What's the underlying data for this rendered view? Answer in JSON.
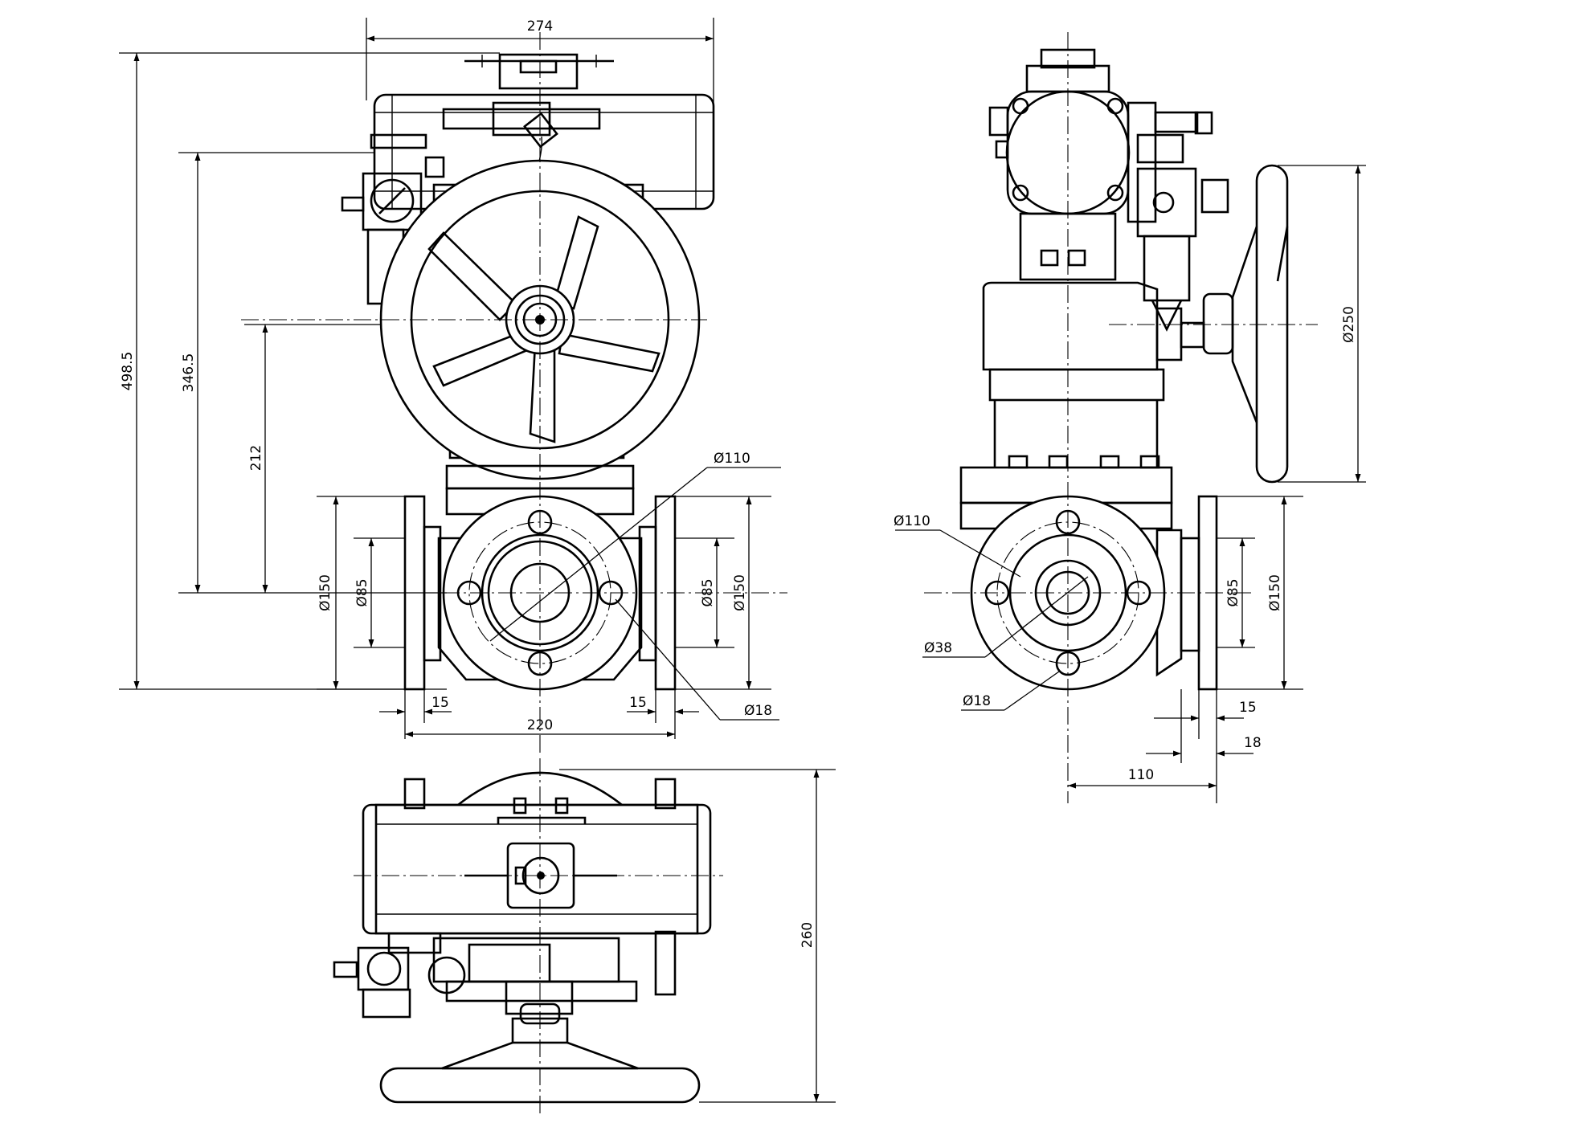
{
  "drawing": {
    "front_view": {
      "overall_width": "274",
      "total_height": "498.5",
      "actuator_height": "346.5",
      "handwheel_axis_height": "212",
      "flange_dia_left": "Ø150",
      "bore_dia_left": "Ø85",
      "bore_dia_right": "Ø85",
      "flange_dia_right": "Ø150",
      "bolt_circle": "Ø110",
      "bolt_hole": "Ø18",
      "flange_thickness_left": "15",
      "flange_thickness_right": "15",
      "face_to_face": "220"
    },
    "side_view": {
      "handwheel_dia": "Ø250",
      "bolt_circle": "Ø110",
      "port_dia": "Ø38",
      "bolt_hole": "Ø18",
      "bore_dia": "Ø85",
      "flange_dia": "Ø150",
      "flange_thickness": "15",
      "raised_face": "18",
      "center_to_face": "110"
    },
    "top_view": {
      "overall_depth": "260"
    }
  }
}
